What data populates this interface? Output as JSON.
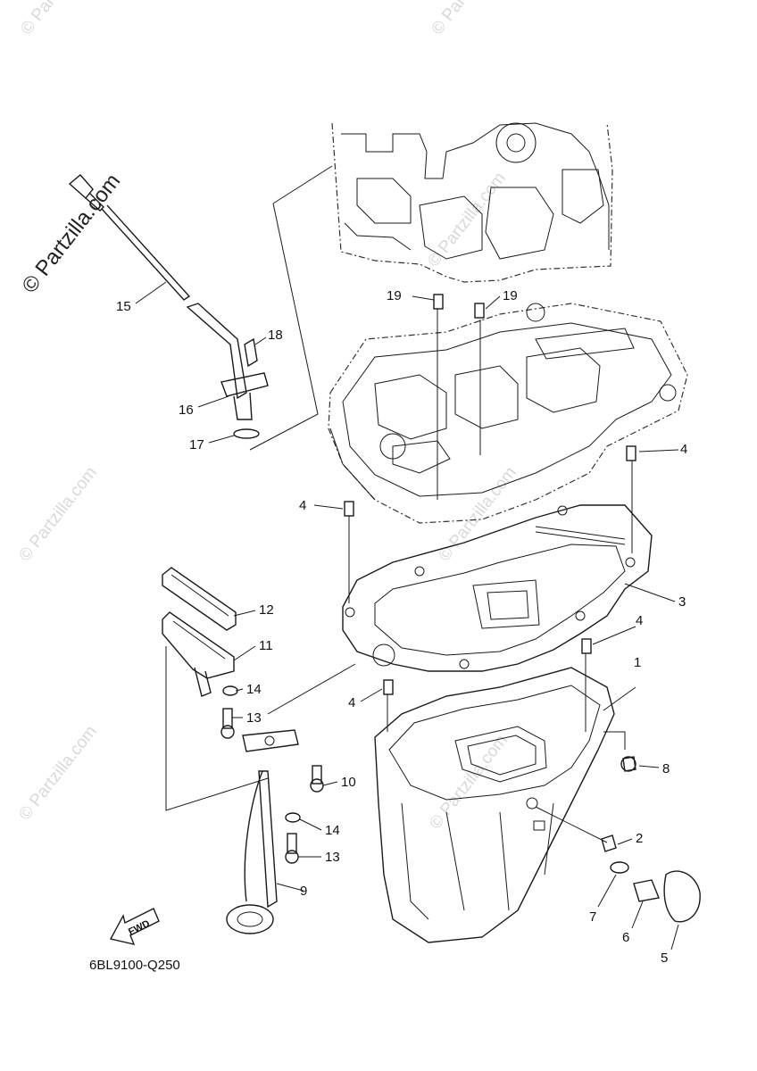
{
  "watermark": {
    "main_text": "© Partzilla.com",
    "faint_text": "© Partzilla.com"
  },
  "diagram": {
    "code": "6BL9100-Q250",
    "fwd_label": "FWD",
    "callouts": {
      "c1": "1",
      "c2": "2",
      "c3": "3",
      "c4a": "4",
      "c4b": "4",
      "c4c": "4",
      "c4d": "4",
      "c5": "5",
      "c6": "6",
      "c7": "7",
      "c8": "8",
      "c9": "9",
      "c10": "10",
      "c11": "11",
      "c12": "12",
      "c13a": "13",
      "c13b": "13",
      "c14a": "14",
      "c14b": "14",
      "c15": "15",
      "c16": "16",
      "c17": "17",
      "c18": "18",
      "c19a": "19",
      "c19b": "19"
    }
  }
}
